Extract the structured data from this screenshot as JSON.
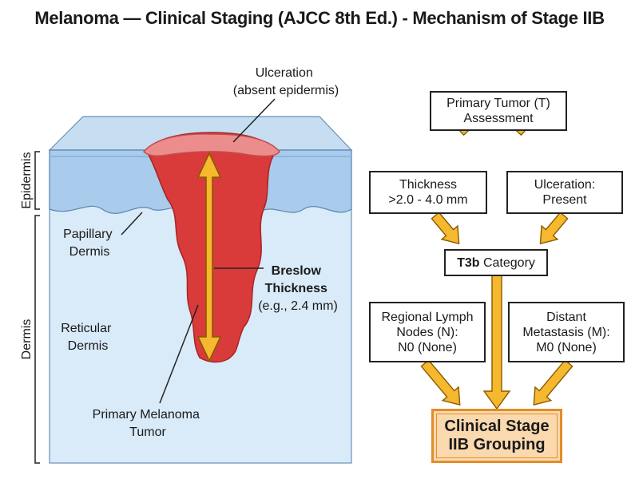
{
  "title": "Melanoma — Clinical Staging (AJCC 8th Ed.) - Mechanism of Stage IIB",
  "anatomy": {
    "epidermis": "Epidermis",
    "dermis": "Dermis",
    "papillary_dermis": [
      "Papillary",
      "Dermis"
    ],
    "reticular_dermis": [
      "Reticular",
      "Dermis"
    ],
    "ulceration": [
      "Ulceration",
      "(absent epidermis)"
    ],
    "breslow_title": [
      "Breslow",
      "Thickness"
    ],
    "breslow_example": "(e.g., 2.4 mm)",
    "tumor": [
      "Primary Melanoma",
      "Tumor"
    ]
  },
  "flow": {
    "primary_tumor": [
      "Primary Tumor (T)",
      "Assessment"
    ],
    "thickness": [
      "Thickness",
      ">2.0 - 4.0 mm"
    ],
    "ulceration": [
      "Ulceration:",
      "Present"
    ],
    "t3b_bold": "T3b",
    "t3b_rest": " Category",
    "lymph_nodes": [
      "Regional Lymph",
      "Nodes (N):",
      "N0 (None)"
    ],
    "metastasis": [
      "Distant",
      "Metastasis (M):",
      "M0 (None)"
    ],
    "stage": [
      "Clinical Stage",
      "IIB Grouping"
    ]
  },
  "colors": {
    "tumor": "#d93a3a",
    "arrow": "#f5b82e",
    "skin_light": "#d6e8f7",
    "epidermis": "#aacbea",
    "stage_fill": "#fbd9ae",
    "stage_border": "#e38d2a"
  }
}
